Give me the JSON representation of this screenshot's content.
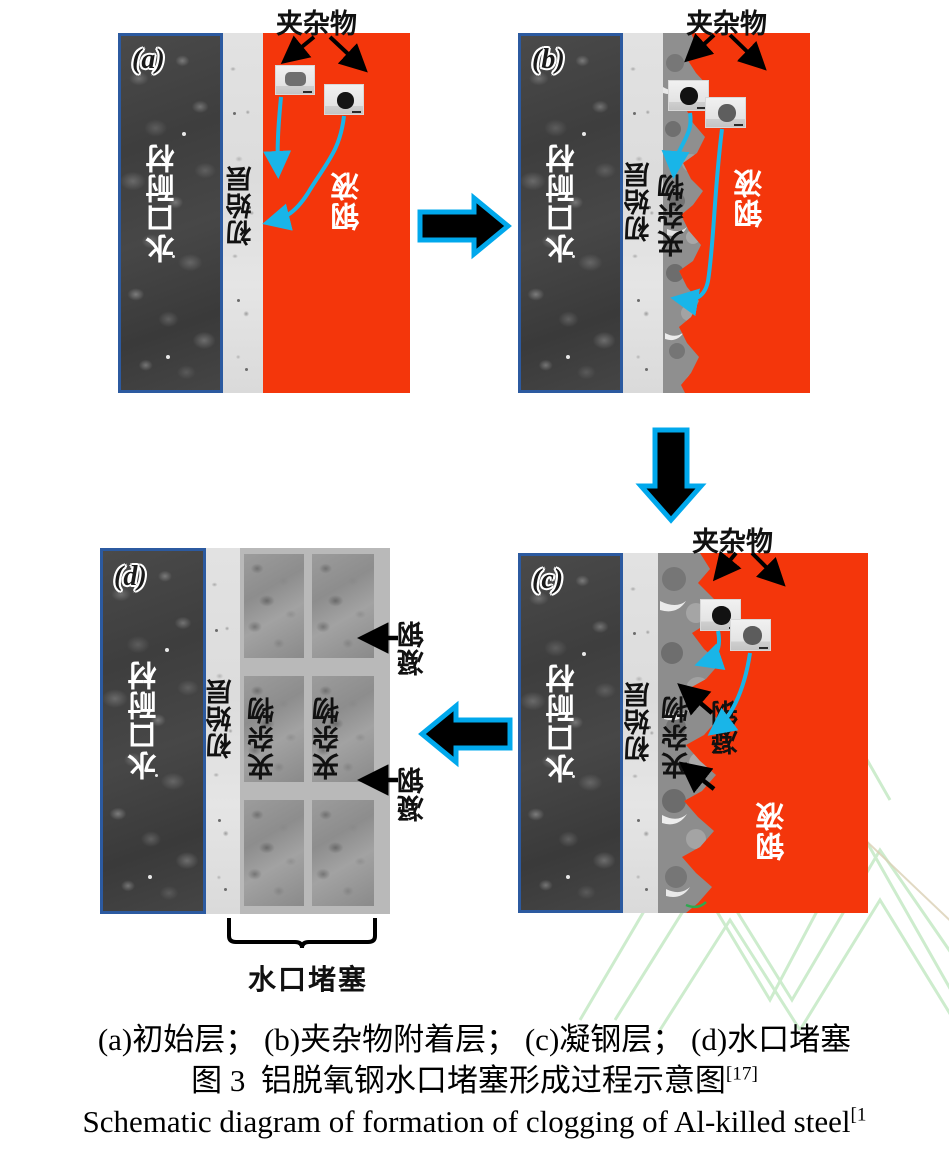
{
  "figure": {
    "panels": [
      {
        "tag": "(a)",
        "stage_name": "initial-layer",
        "top_label": "夹杂物",
        "labels": {
          "refractory": "水口耐材",
          "initial_layer": "初始层",
          "steel": "钢液"
        },
        "thumbnails": [
          {
            "name": "inclusion-thumb-angular",
            "shape": "rounded-blob"
          },
          {
            "name": "inclusion-thumb-round",
            "shape": "dark-sphere"
          }
        ]
      },
      {
        "tag": "(b)",
        "stage_name": "inclusion-attachment-layer",
        "top_label": "夹杂物",
        "labels": {
          "refractory": "水口耐材",
          "initial_layer": "初始层",
          "deposit": "夹杂物",
          "steel": "钢液"
        },
        "thumbnails": [
          {
            "name": "inclusion-thumb-round",
            "shape": "dark-sphere"
          },
          {
            "name": "inclusion-thumb-gray",
            "shape": "gray-sphere"
          }
        ]
      },
      {
        "tag": "(c)",
        "stage_name": "solidified-steel-layer",
        "top_label": "夹杂物",
        "labels": {
          "refractory": "水口耐材",
          "initial_layer": "初始层",
          "deposit": "夹杂物",
          "solidified_steel": "凝钢",
          "steel": "钢液"
        },
        "thumbnails": [
          {
            "name": "inclusion-thumb-round",
            "shape": "dark-sphere"
          },
          {
            "name": "inclusion-thumb-gray",
            "shape": "gray-sphere"
          }
        ]
      },
      {
        "tag": "(d)",
        "stage_name": "nozzle-clogging",
        "labels": {
          "refractory": "水口耐材",
          "initial_layer": "初始层",
          "inclusion_left": "夹杂物",
          "inclusion_right": "夹杂物",
          "solidified_steel_top": "凝钢",
          "solidified_steel_bottom": "凝钢",
          "brace": "水口堵塞"
        }
      }
    ],
    "flow_arrows": [
      {
        "name": "arrow-a-to-b",
        "direction": "right"
      },
      {
        "name": "arrow-b-to-c",
        "direction": "down"
      },
      {
        "name": "arrow-c-to-d",
        "direction": "left"
      }
    ],
    "colors": {
      "molten_steel": "#f4360b",
      "refractory_border": "#2c5aa0",
      "arrow_outline": "#00a8ec",
      "arrow_fill": "#000000",
      "guide_arrow": "#19b5e8",
      "initial_layer": "#e2e2e2",
      "deposit": "#949494",
      "watermark": "#cdeccd"
    }
  },
  "caption": {
    "sub_labels": "(a)初始层； (b)夹杂物附着层； (c)凝钢层； (d)水口堵塞",
    "figure_number": "图 3",
    "title_cn": "铝脱氧钢水口堵塞形成过程示意图",
    "title_cn_ref": "[17]",
    "title_en": "Schematic diagram of formation of clogging of Al-killed steel",
    "title_en_ref": "[1"
  }
}
